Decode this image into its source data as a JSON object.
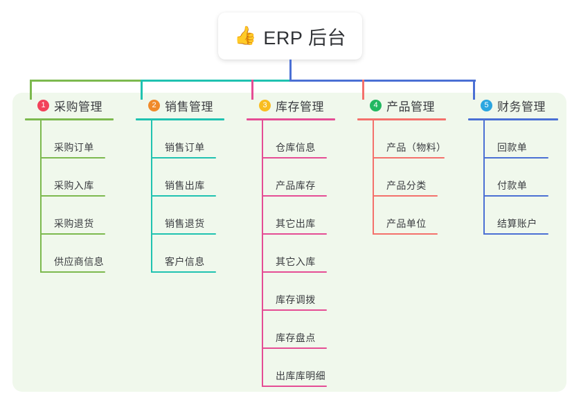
{
  "root": {
    "icon": "thumbs-up-icon",
    "emoji": "👍",
    "label": "ERP 后台"
  },
  "palette": {
    "panel_bg": "#f0f8ec",
    "page_bg": "#ffffff",
    "text": "#3a3c40",
    "green": "#7cb94e",
    "teal": "#1fc2b0",
    "pink": "#e54c94",
    "salmon": "#f4706b",
    "blue": "#4a6fd4",
    "badge_red": "#f2415a",
    "badge_orange": "#f08a2a",
    "badge_yellow": "#f9bd20",
    "badge_green": "#22b861",
    "badge_blue": "#2ba6e0"
  },
  "branches": [
    {
      "index": "1",
      "badge_label": "1",
      "badge_color": "#f2415a",
      "line_color": "#7cb94e",
      "title": "采购管理",
      "items": [
        {
          "label": "采购订单"
        },
        {
          "label": "采购入库"
        },
        {
          "label": "采购退货"
        },
        {
          "label": "供应商信息"
        }
      ]
    },
    {
      "index": "2",
      "badge_label": "2",
      "badge_color": "#f08a2a",
      "line_color": "#1fc2b0",
      "title": "销售管理",
      "items": [
        {
          "label": "销售订单"
        },
        {
          "label": "销售出库"
        },
        {
          "label": "销售退货"
        },
        {
          "label": "客户信息"
        }
      ]
    },
    {
      "index": "3",
      "badge_label": "3",
      "badge_color": "#f9bd20",
      "line_color": "#e54c94",
      "title": "库存管理",
      "items": [
        {
          "label": "仓库信息"
        },
        {
          "label": "产品库存"
        },
        {
          "label": "其它出库"
        },
        {
          "label": "其它入库"
        },
        {
          "label": "库存调拨"
        },
        {
          "label": "库存盘点"
        },
        {
          "label": "出库库明细"
        }
      ]
    },
    {
      "index": "4",
      "badge_label": "4",
      "badge_color": "#22b861",
      "line_color": "#f4706b",
      "title": "产品管理",
      "items": [
        {
          "label": "产品（物料）"
        },
        {
          "label": "产品分类"
        },
        {
          "label": "产品单位"
        }
      ]
    },
    {
      "index": "5",
      "badge_label": "5",
      "badge_color": "#2ba6e0",
      "line_color": "#4a6fd4",
      "title": "财务管理",
      "items": [
        {
          "label": "回款单"
        },
        {
          "label": "付款单"
        },
        {
          "label": "结算账户"
        }
      ]
    }
  ]
}
